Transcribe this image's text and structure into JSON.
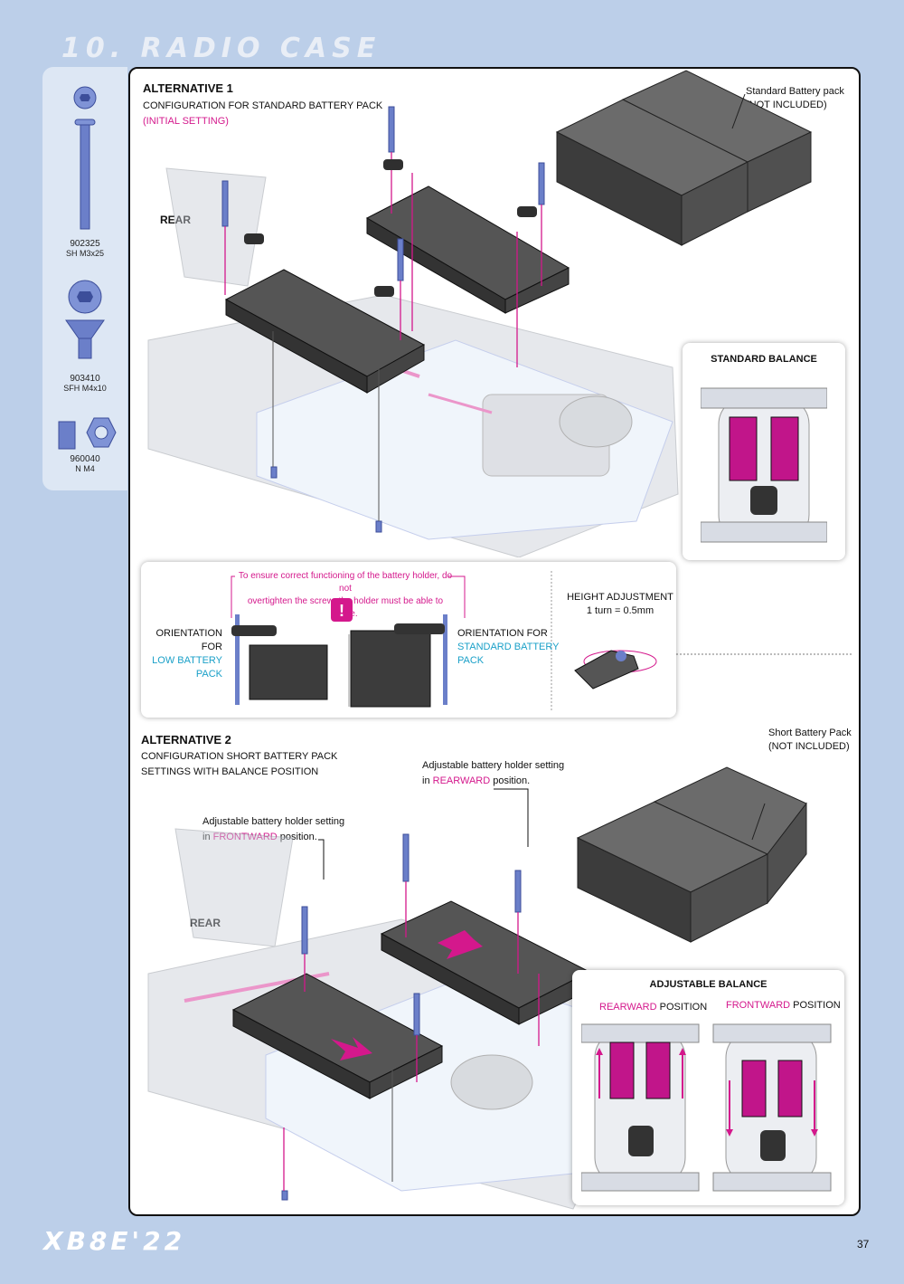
{
  "page": {
    "section_title": "10. RADIO CASE",
    "footer_logo": "XB8E'22",
    "page_number": "37"
  },
  "parts": [
    {
      "code": "902325",
      "desc": "SH M3x25"
    },
    {
      "code": "903410",
      "desc": "SFH M4x10"
    },
    {
      "code": "960040",
      "desc": "N M4"
    }
  ],
  "alt1": {
    "title": "ALTERNATIVE 1",
    "line1": "CONFIGURATION FOR STANDARD BATTERY PACK",
    "line2": "(INITIAL SETTING)",
    "battery_label": "Standard Battery pack",
    "battery_note": "(NOT INCLUDED)",
    "rear_label": "REAR"
  },
  "standard_balance": {
    "title": "STANDARD BALANCE"
  },
  "orientation": {
    "warning_line1": "To ensure correct functioning of the battery holder, do not",
    "warning_line2": "overtighten the screw; the holder must be able to move.",
    "low_prefix": "ORIENTATION FOR",
    "low_line2": "LOW BATTERY",
    "low_line3": "PACK",
    "std_prefix": "ORIENTATION FOR",
    "std_line2": "STANDARD BATTERY",
    "std_line3": "PACK",
    "height_title": "HEIGHT ADJUSTMENT",
    "height_value": "1 turn = 0.5mm"
  },
  "alt2": {
    "title": "ALTERNATIVE 2",
    "line1": "CONFIGURATION SHORT BATTERY PACK",
    "line2": "SETTINGS WITH BALANCE POSITION",
    "battery_label": "Short Battery Pack",
    "battery_note": "(NOT INCLUDED)",
    "rear_label": "REAR",
    "rearward_note_1": "Adjustable battery holder setting",
    "rearward_note_in": "in ",
    "rearward_word": "REARWARD",
    "rearward_note_end": " position.",
    "frontward_note_1": "Adjustable battery holder setting",
    "frontward_note_in": "in ",
    "frontward_word": "FRONTWARD",
    "frontward_note_end": " position."
  },
  "adjustable_balance": {
    "title": "ADJUSTABLE BALANCE",
    "rearward_word": "REARWARD",
    "rearward_rest": " POSITION",
    "frontward_word": "FRONTWARD",
    "frontward_rest": " POSITION"
  },
  "colors": {
    "accent_magenta": "#d4188c",
    "accent_cyan": "#1aa0c8",
    "page_bg": "#bccfe9",
    "part_blue": "#6b7fc9"
  }
}
